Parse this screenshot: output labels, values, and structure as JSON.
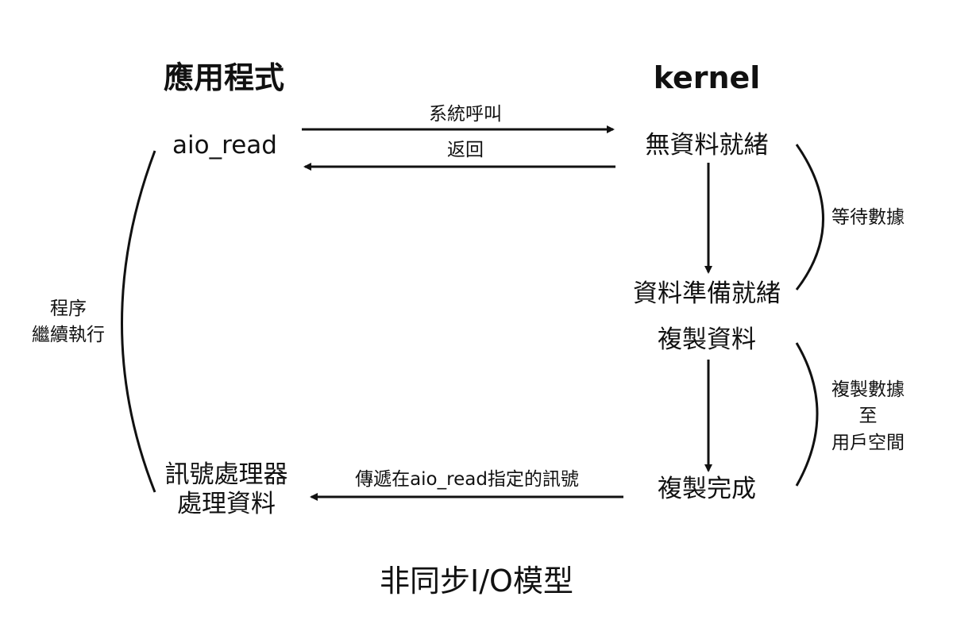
{
  "headers": {
    "application": "應用程式",
    "kernel": "kernel"
  },
  "application": {
    "call": "aio_read",
    "continue_label": "程序\n繼續執行",
    "handler": "訊號處理器\n處理資料"
  },
  "kernel": {
    "no_data": "無資料就緒",
    "data_ready": "資料準備就緒",
    "copy_data": "複製資料",
    "copy_done": "複製完成"
  },
  "arrows": {
    "syscall": "系統呼叫",
    "return": "返回",
    "signal": "傳遞在aio_read指定的訊號"
  },
  "phases": {
    "wait": "等待數據",
    "copy": "複製數據\n至\n用戶空間"
  },
  "title": "非同步I/O模型",
  "colors": {
    "ink": "#111111",
    "background": "#ffffff"
  }
}
